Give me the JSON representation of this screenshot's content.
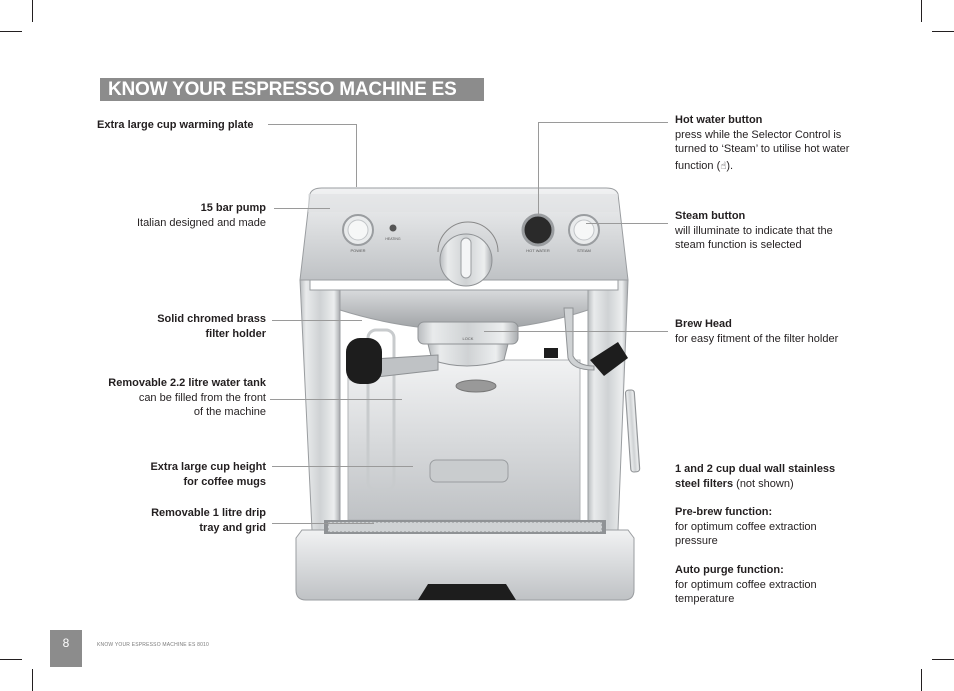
{
  "title": "KNOW YOUR ESPRESSO MACHINE ES 8010",
  "labels": {
    "cup_warming": {
      "title": "Extra large cup warming plate"
    },
    "pump": {
      "title": "15 bar pump",
      "text": "Italian designed and made"
    },
    "filter_holder": {
      "title1": "Solid chromed brass",
      "title2": "filter holder"
    },
    "water_tank": {
      "title": "Removable 2.2 litre water tank",
      "text1": "can be filled from the front",
      "text2": "of the machine"
    },
    "cup_height": {
      "title1": "Extra large cup height",
      "title2": "for coffee mugs"
    },
    "drip_tray": {
      "title1": "Removable 1 litre drip",
      "title2": "tray and grid"
    },
    "hot_water": {
      "title": "Hot water button",
      "text1": "press while the Selector Control is",
      "text2": "turned to ‘Steam’ to utilise hot water",
      "text3": "function (",
      "text3_end": ")."
    },
    "steam": {
      "title": "Steam button",
      "text1": "will illuminate to indicate that the",
      "text2": "steam function is selected"
    },
    "brew_head": {
      "title": "Brew Head",
      "text": "for easy fitment of the filter holder"
    },
    "filters": {
      "title1": "1 and 2 cup dual wall stainless",
      "title2": "steel filters",
      "text": " (not shown)"
    },
    "prebrew": {
      "title": "Pre-brew function:",
      "text1": "for optimum coffee extraction",
      "text2": "pressure"
    },
    "autopurge": {
      "title": "Auto purge function:",
      "text1": "for optimum coffee extraction",
      "text2": "temperature"
    }
  },
  "machine_labels": {
    "power": "POWER",
    "heating": "HEATING",
    "hot_water": "HOT WATER",
    "steam": "STEAM",
    "lock": "LOCK"
  },
  "icons": {
    "hot_water_function": "hot-water-hand-icon"
  },
  "page_number": "8",
  "footer": "KNOW YOUR ESPRESSO MACHINE ES 8010",
  "colors": {
    "heading_bg": "#8c8c8c",
    "text": "#231f20"
  }
}
